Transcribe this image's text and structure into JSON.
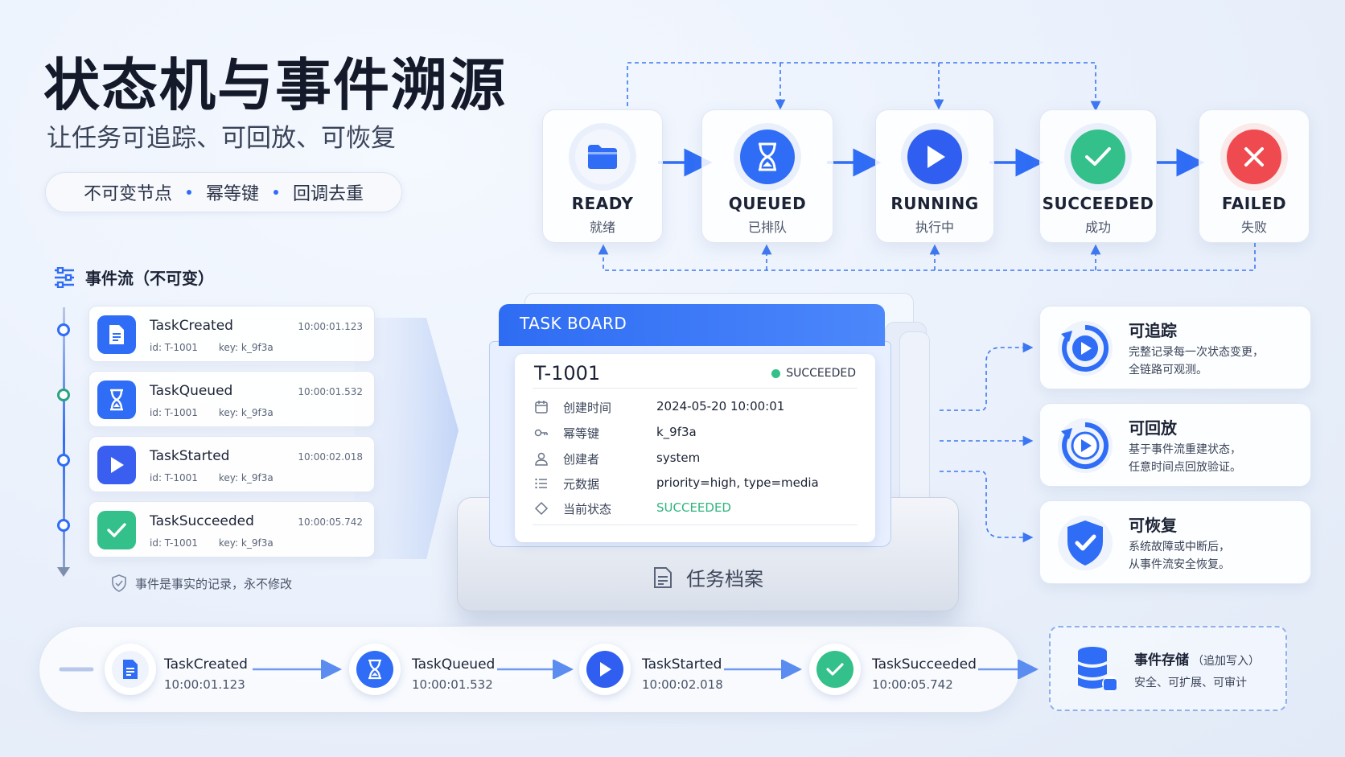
{
  "header": {
    "title": "状态机与事件溯源",
    "subtitle": "让任务可追踪、可回放、可恢复",
    "tags": [
      "不可变节点",
      "幂等键",
      "回调去重"
    ]
  },
  "states": [
    {
      "en": "READY",
      "zh": "就绪"
    },
    {
      "en": "QUEUED",
      "zh": "已排队"
    },
    {
      "en": "RUNNING",
      "zh": "执行中"
    },
    {
      "en": "SUCCEEDED",
      "zh": "成功"
    },
    {
      "en": "FAILED",
      "zh": "失败"
    }
  ],
  "event_stream": {
    "title": "事件流（不可变）",
    "events": [
      {
        "name": "TaskCreated",
        "time": "10:00:01.123",
        "id": "id: T-1001",
        "key": "key: k_9f3a"
      },
      {
        "name": "TaskQueued",
        "time": "10:00:01.532",
        "id": "id: T-1001",
        "key": "key: k_9f3a"
      },
      {
        "name": "TaskStarted",
        "time": "10:00:02.018",
        "id": "id: T-1001",
        "key": "key: k_9f3a"
      },
      {
        "name": "TaskSucceeded",
        "time": "10:00:05.742",
        "id": "id: T-1001",
        "key": "key: k_9f3a"
      }
    ],
    "note": "事件是事实的记录，永不修改"
  },
  "task_board": {
    "tab": "TASK BOARD",
    "task_id": "T-1001",
    "status": "SUCCEEDED",
    "rows": [
      {
        "label": "创建时间",
        "value": "2024-05-20 10:00:01"
      },
      {
        "label": "幂等键",
        "value": "k_9f3a"
      },
      {
        "label": "创建者",
        "value": "system"
      },
      {
        "label": "元数据",
        "value": "priority=high, type=media"
      },
      {
        "label": "当前状态",
        "value": "SUCCEEDED"
      }
    ],
    "archive_label": "任务档案"
  },
  "benefits": [
    {
      "title": "可追踪",
      "desc1": "完整记录每一次状态变更，",
      "desc2": "全链路可观测。"
    },
    {
      "title": "可回放",
      "desc1": "基于事件流重建状态，",
      "desc2": "任意时间点回放验证。"
    },
    {
      "title": "可恢复",
      "desc1": "系统故障或中断后，",
      "desc2": "从事件流安全恢复。"
    }
  ],
  "flow": [
    {
      "name": "TaskCreated",
      "time": "10:00:01.123"
    },
    {
      "name": "TaskQueued",
      "time": "10:00:01.532"
    },
    {
      "name": "TaskStarted",
      "time": "10:00:02.018"
    },
    {
      "name": "TaskSucceeded",
      "time": "10:00:05.742"
    }
  ],
  "store": {
    "title": "事件存储",
    "title_note": "（追加写入）",
    "desc": "安全、可扩展、可审计"
  },
  "colors": {
    "accent": "#2f6df6",
    "success": "#34c08a",
    "danger": "#ef4a4f"
  }
}
